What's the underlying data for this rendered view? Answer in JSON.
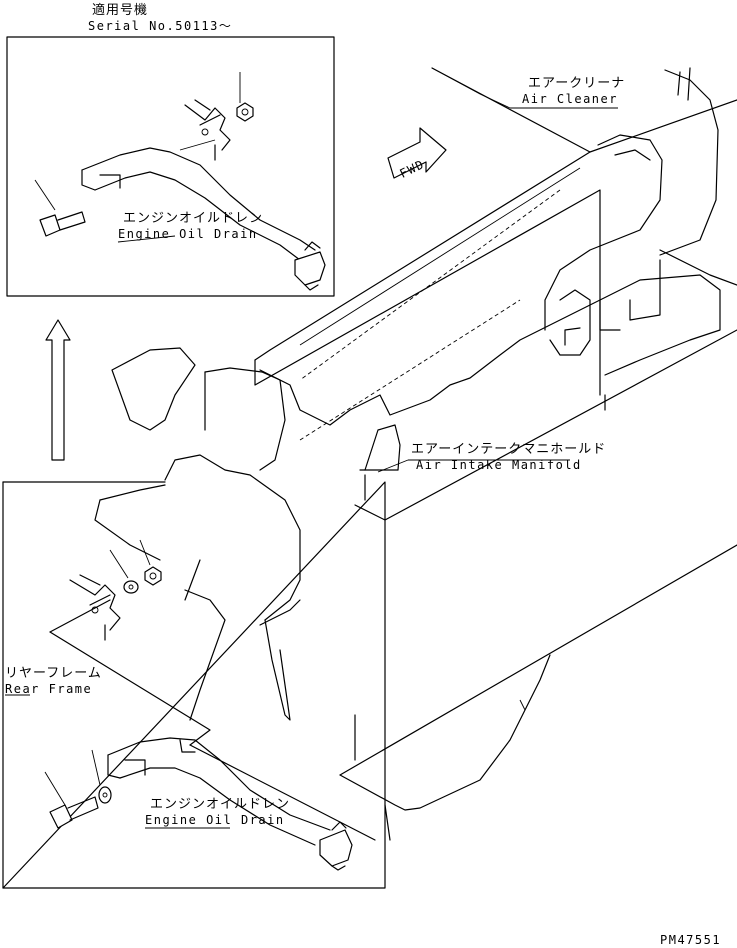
{
  "serial_header": {
    "jp": "適用号機",
    "en": "Serial No.50113～"
  },
  "labels": {
    "air_cleaner_jp": "エアークリーナ",
    "air_cleaner_en": "Air Cleaner",
    "intake_jp": "エアーインテークマニホールド",
    "intake_en": "Air Intake Manifold",
    "rear_frame_jp": "リヤーフレーム",
    "rear_frame_en": "Rear Frame",
    "oil_drain_top_jp": "エンジンオイルドレン",
    "oil_drain_top_en": "Engine Oil Drain",
    "oil_drain_bottom_jp": "エンジンオイルドレン",
    "oil_drain_bottom_en": "Engine Oil Drain",
    "fwd": "FWD",
    "drawing_number": "PM47551"
  }
}
